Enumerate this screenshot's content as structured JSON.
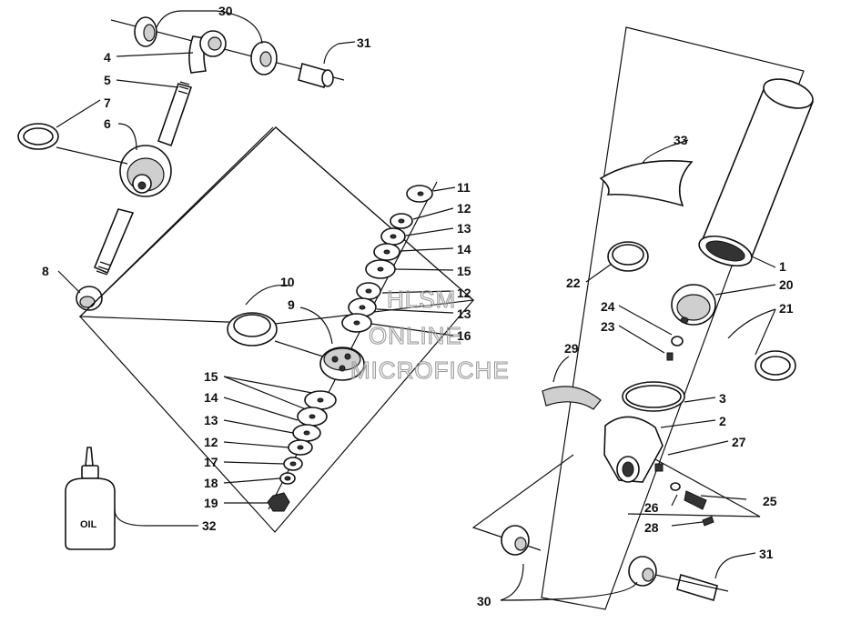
{
  "callouts": {
    "c1": "1",
    "c2": "2",
    "c3": "3",
    "c4": "4",
    "c5": "5",
    "c6": "6",
    "c7": "7",
    "c8": "8",
    "c9": "9",
    "c10": "10",
    "c11": "11",
    "c12a": "12",
    "c13a": "13",
    "c14a": "14",
    "c15a": "15",
    "c12b": "12",
    "c13b": "13",
    "c16": "16",
    "c15b": "15",
    "c14b": "14",
    "c13c": "13",
    "c12c": "12",
    "c17": "17",
    "c18": "18",
    "c19": "19",
    "c20": "20",
    "c21": "21",
    "c22": "22",
    "c23": "23",
    "c24": "24",
    "c25": "25",
    "c26": "26",
    "c27": "27",
    "c28": "28",
    "c29": "29",
    "c30a": "30",
    "c30b": "30",
    "c31a": "31",
    "c31b": "31",
    "c32": "32",
    "c33": "33"
  },
  "bottle_label": "OIL",
  "watermark": {
    "line1": "HLSM",
    "line2": "ONLINE",
    "line3": "MICROFICHE"
  }
}
